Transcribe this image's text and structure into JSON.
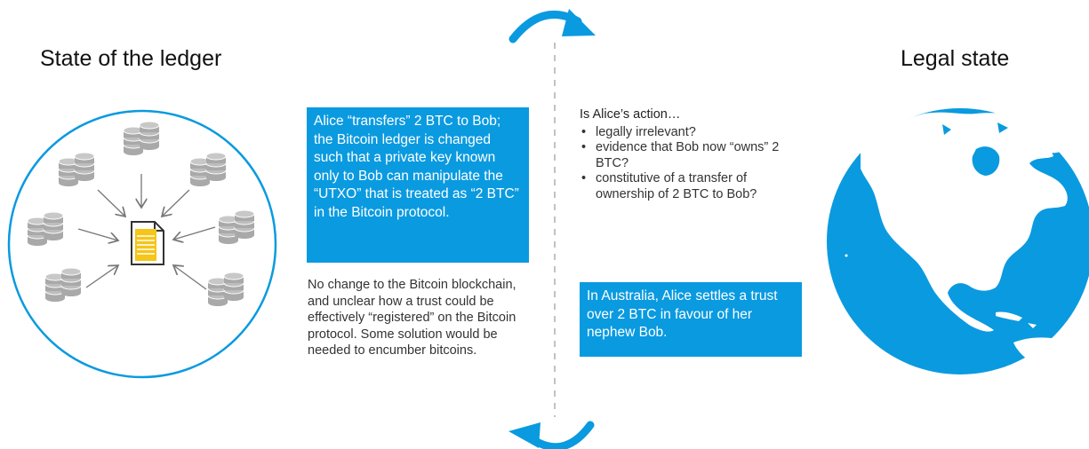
{
  "left_title": "State of the ledger",
  "right_title": "Legal state",
  "transfer_box": "Alice “transfers” 2 BTC to Bob; the Bitcoin ledger is changed such that a private key known only to Bob can manipulate the “UTXO” that is treated as “2 BTC” in the Bitcoin protocol.",
  "trust_note": "No change to the Bitcoin blockchain, and unclear how a trust could be effectively “registered” on the Bitcoin protocol. Some solution would be needed to encumber bitcoins.",
  "question": {
    "heading": "Is Alice’s action…",
    "items": [
      "legally irrelevant?",
      "evidence that Bob now “owns” 2 BTC?",
      "constitutive of a transfer of ownership of 2 BTC to Bob?"
    ]
  },
  "trust_box": "In Australia, Alice settles a trust over 2 BTC in favour of her nephew Bob.",
  "colors": {
    "accent": "#0a9ae0",
    "coin": "#a9a9a9",
    "document": "#f5c518"
  },
  "icons": [
    "coin-stack-icon",
    "document-icon",
    "globe-icon",
    "cycle-arrow-icon"
  ]
}
